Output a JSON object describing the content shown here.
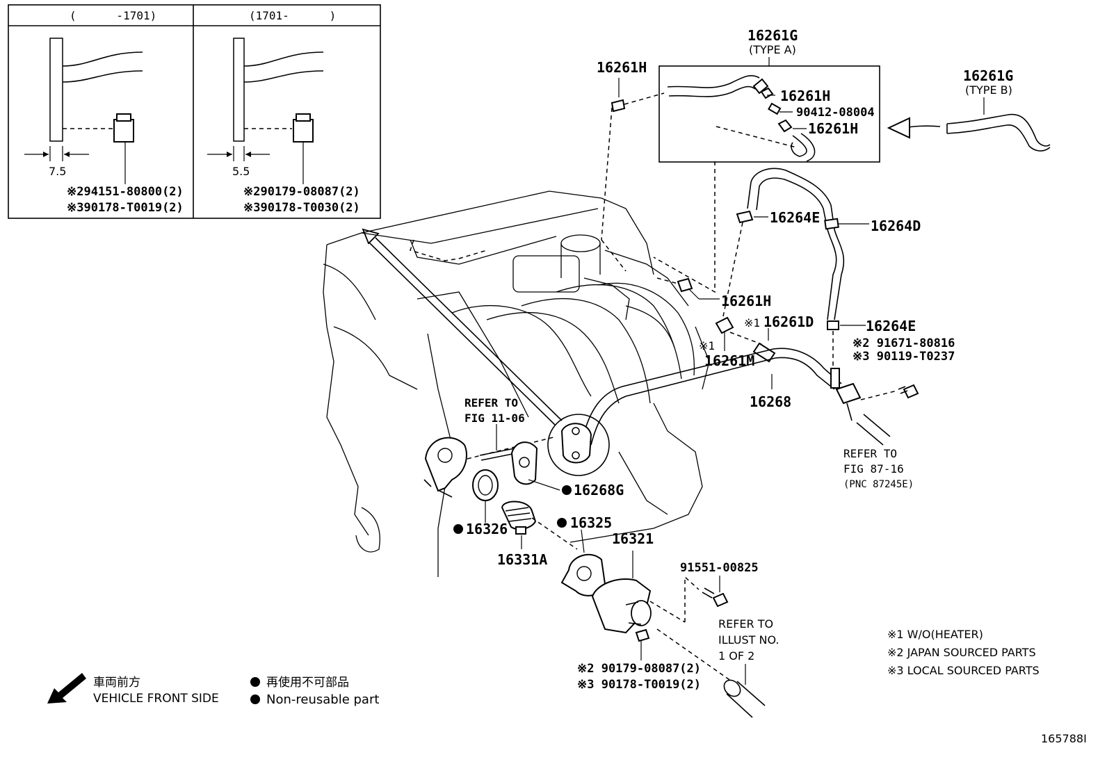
{
  "diagram_id": "165788I",
  "inset": {
    "left_header": "(      -1701)",
    "right_header": "(1701-      )",
    "left_dimension": "7.5",
    "right_dimension": "5.5",
    "left_parts": [
      "※294151-80800(2)",
      "※390178-T0019(2)"
    ],
    "right_parts": [
      "※290179-08087(2)",
      "※390178-T0030(2)"
    ]
  },
  "labels": {
    "p16261g_a": "16261G",
    "type_a": "(TYPE A)",
    "p16261g_b": "16261G",
    "type_b": "(TYPE B)",
    "p16261h_top": "16261H",
    "p16261h_box1": "16261H",
    "p90412": "90412-08004",
    "p16261h_box2": "16261H",
    "p16264e_top": "16264E",
    "p16264d": "16264D",
    "p16261h_mid": "16261H",
    "p16261d_mark": "※1",
    "p16261d": "16261D",
    "p16264e_low": "16264E",
    "p91671": "※2 91671-80816",
    "p90119": "※3 90119-T0237",
    "p16261m_mark": "※1",
    "p16261m": "16261M",
    "p16268": "16268",
    "refer_fig1106_a": "REFER TO",
    "refer_fig1106_b": "FIG 11-06",
    "refer_fig8716_a": "REFER TO",
    "refer_fig8716_b": "FIG 87-16",
    "refer_fig8716_c": "(PNC 87245E)",
    "p16268g": "16268G",
    "p16326": "16326",
    "p16325": "16325",
    "p16321": "16321",
    "p16331a": "16331A",
    "p91551": "91551-00825",
    "refer_illust_a": "REFER TO",
    "refer_illust_b": "ILLUST NO.",
    "refer_illust_c": "1 OF 2",
    "bottom_parts_1": "※2 90179-08087(2)",
    "bottom_parts_2": "※3 90178-T0019(2)"
  },
  "notes": [
    "※1 W/O(HEATER)",
    "※2 JAPAN SOURCED PARTS",
    "※3 LOCAL SOURCED PARTS"
  ],
  "legend": {
    "front_jp": "車両前方",
    "front_en": "VEHICLE FRONT SIDE",
    "nonreuse_jp": "再使用不可部品",
    "nonreuse_en": "Non-reusable part"
  }
}
